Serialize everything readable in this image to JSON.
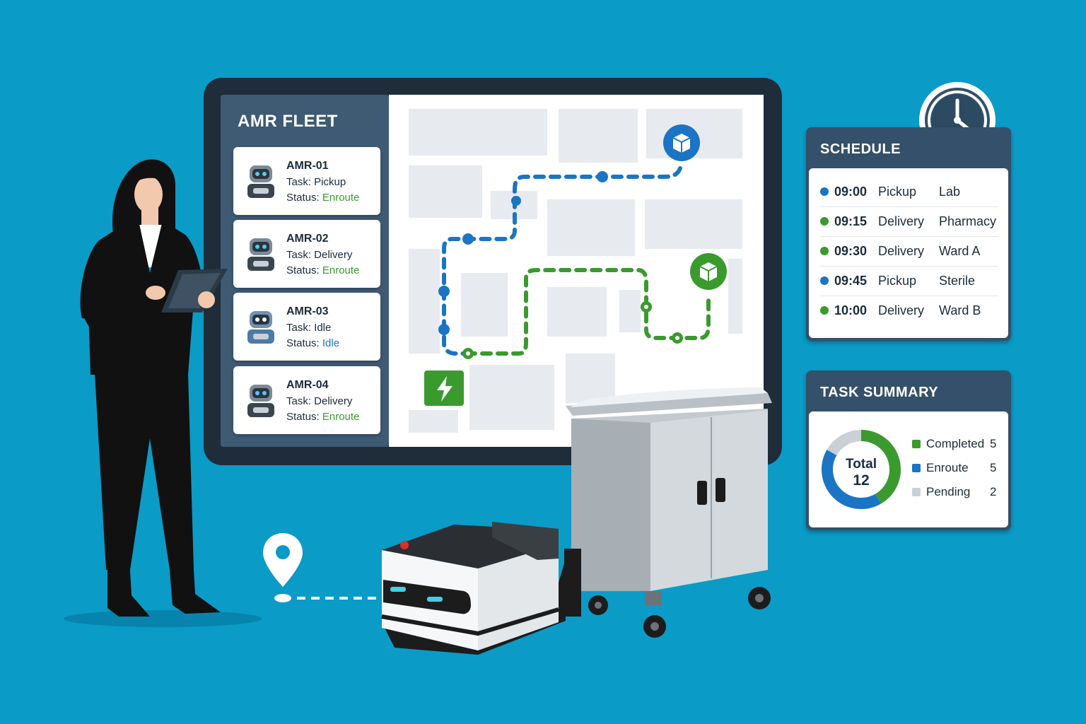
{
  "fleet": {
    "title": "AMR FLEET",
    "robots": [
      {
        "name": "AMR-01",
        "task": "Task: Pickup",
        "status_label": "Status:",
        "status": "Enroute"
      },
      {
        "name": "AMR-02",
        "task": "Task: Delivery",
        "status_label": "Status:",
        "status": "Enroute"
      },
      {
        "name": "AMR-03",
        "task": "Task: Idle",
        "status_label": "Status:",
        "status": "Idle"
      },
      {
        "name": "AMR-04",
        "task": "Task: Delivery",
        "status_label": "Status:",
        "status": "Enroute"
      }
    ]
  },
  "schedule": {
    "title": "SCHEDULE",
    "rows": [
      {
        "time": "09:00",
        "type": "Pickup",
        "destination": "Lab",
        "color": "#1b74c4"
      },
      {
        "time": "09:15",
        "type": "Delivery",
        "destination": "Pharmacy",
        "color": "#3a9a2e"
      },
      {
        "time": "09:30",
        "type": "Delivery",
        "destination": "Ward A",
        "color": "#3a9a2e"
      },
      {
        "time": "09:45",
        "type": "Pickup",
        "destination": "Sterile",
        "color": "#1b74c4"
      },
      {
        "time": "10:00",
        "type": "Delivery",
        "destination": "Ward B",
        "color": "#3a9a2e"
      }
    ]
  },
  "task_summary": {
    "title": "TASK SUMMARY",
    "total_label": "Total",
    "total": "12",
    "items": [
      {
        "label": "Completed",
        "count": "5",
        "value": 5,
        "color": "#3a9a2e"
      },
      {
        "label": "Enroute",
        "count": "5",
        "value": 5,
        "color": "#1b74c4"
      },
      {
        "label": "Pending",
        "count": "2",
        "value": 2,
        "color": "#c9d0d6"
      }
    ]
  },
  "colors": {
    "background": "#0a9bc7",
    "panel_dark": "#34506a",
    "route_blue": "#1b74c4",
    "route_green": "#3a9a2e"
  },
  "icons": [
    "clock-icon",
    "package-icon",
    "charging-station-icon",
    "location-pin-icon",
    "robot-icon"
  ]
}
